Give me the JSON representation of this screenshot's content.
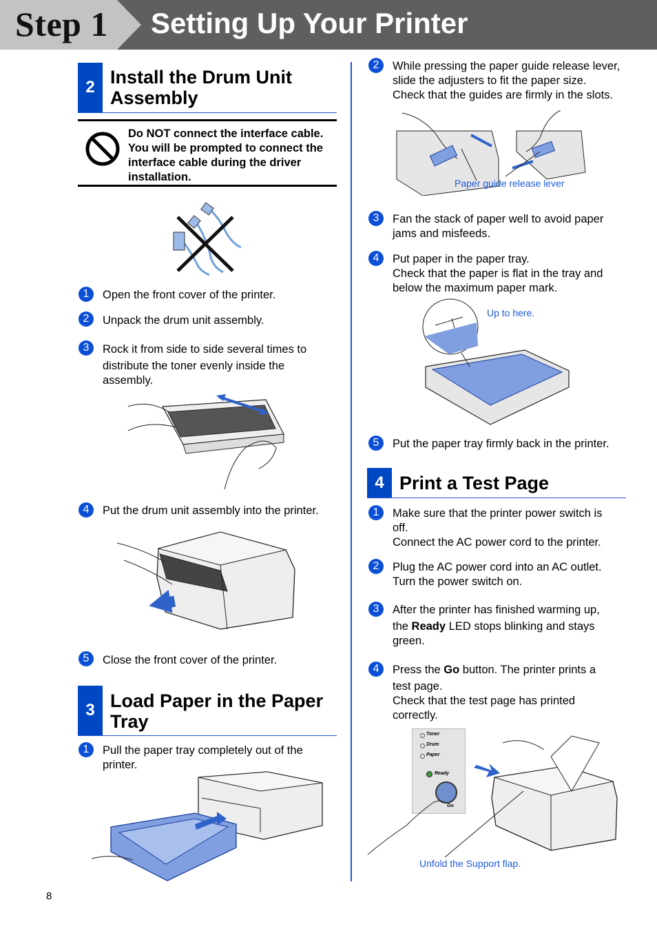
{
  "header": {
    "step": "Step 1",
    "title": "Setting Up Your Printer"
  },
  "section2": {
    "number": "2",
    "title_lines": [
      "Install the Drum Unit",
      "Assembly"
    ],
    "warning_lines": [
      "Do NOT connect the interface cable.",
      "You will be prompted to connect the",
      "interface cable during the driver",
      "installation."
    ],
    "steps": [
      {
        "num": "1",
        "lines": [
          "Open the front cover of the printer."
        ]
      },
      {
        "num": "2",
        "lines": [
          "Unpack the drum unit assembly."
        ]
      },
      {
        "num": "3",
        "lines": [
          "Rock it from side to side several times to",
          "distribute the toner evenly inside the",
          "assembly."
        ]
      },
      {
        "num": "4",
        "lines": [
          "Put the drum unit assembly into the printer."
        ]
      },
      {
        "num": "5",
        "lines": [
          "Close the front cover of the printer."
        ]
      }
    ]
  },
  "section3": {
    "number": "3",
    "title_lines": [
      "Load Paper in the Paper",
      "Tray"
    ],
    "steps": [
      {
        "num": "1",
        "lines": [
          "Pull the paper tray completely out of the",
          "printer."
        ]
      },
      {
        "num": "2",
        "lines": [
          "While pressing the paper guide release lever,",
          "slide the adjusters to fit the paper size.",
          "Check that the guides are firmly in the slots."
        ]
      },
      {
        "num": "3",
        "lines": [
          "Fan the stack of paper well to avoid paper",
          "jams and misfeeds."
        ]
      },
      {
        "num": "4",
        "lines": [
          "Put paper in the paper tray.",
          "Check that the paper is flat in the tray and",
          "below the maximum paper mark."
        ]
      },
      {
        "num": "5",
        "lines": [
          "Put the paper tray firmly back in the printer."
        ]
      }
    ],
    "captions": {
      "lever": "Paper guide release lever",
      "up_to_here": "Up to here."
    }
  },
  "section4": {
    "number": "4",
    "title": "Print a Test Page",
    "steps": [
      {
        "num": "1",
        "lines": [
          "Make sure that the printer power switch is",
          "off.",
          "Connect the AC power cord to the printer."
        ]
      },
      {
        "num": "2",
        "lines": [
          "Plug the AC power cord into an AC outlet.",
          "Turn the power switch on."
        ]
      },
      {
        "num": "3",
        "line1": "After the printer has finished warming up,",
        "line2_pre": "the ",
        "line2_bold": "Ready",
        "line2_post": " LED stops blinking and stays",
        "line3": "green."
      },
      {
        "num": "4",
        "line1_pre": "Press the ",
        "line1_bold": "Go",
        "line1_post": " button. The printer prints a",
        "line2": "test page.",
        "line3": "Check that the test page has printed",
        "line4": "correctly."
      }
    ],
    "panel_labels": [
      "Toner",
      "Drum",
      "Paper",
      "Ready",
      "Go"
    ],
    "caption_flap": "Unfold the Support flap."
  },
  "page_number": "8",
  "colors": {
    "accent": "#0047c4",
    "header_dark": "#5f5f5f",
    "header_light": "#c3c3c3",
    "caption": "#1d5ad8"
  },
  "icons": [
    "no-entry-icon"
  ]
}
